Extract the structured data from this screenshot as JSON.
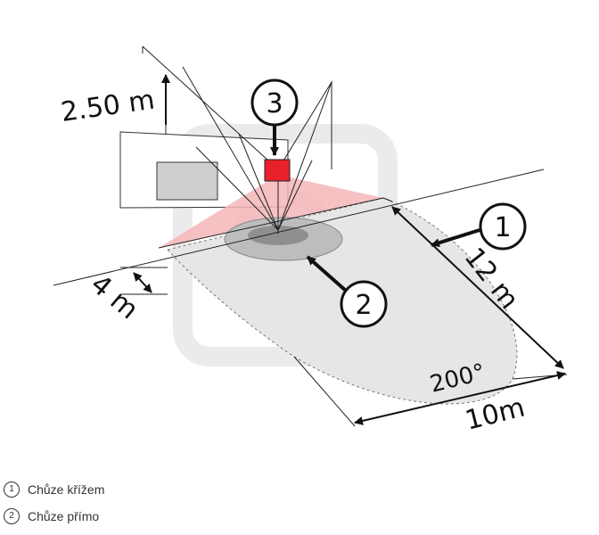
{
  "dimensions": {
    "height": "2.50 m",
    "width": "4 m",
    "length": "12 m",
    "span": "10m",
    "angle": "200°"
  },
  "callouts": [
    "1",
    "2",
    "3"
  ],
  "legend": [
    {
      "num": "1",
      "text": "Chůze křížem"
    },
    {
      "num": "2",
      "text": "Chůze přímo"
    }
  ],
  "colors": {
    "sensor": "#e8202a",
    "cone": "#f4b6b9",
    "zone": "#e3e3e3",
    "inner_zone": "#bdbdbd",
    "line": "#222222"
  }
}
